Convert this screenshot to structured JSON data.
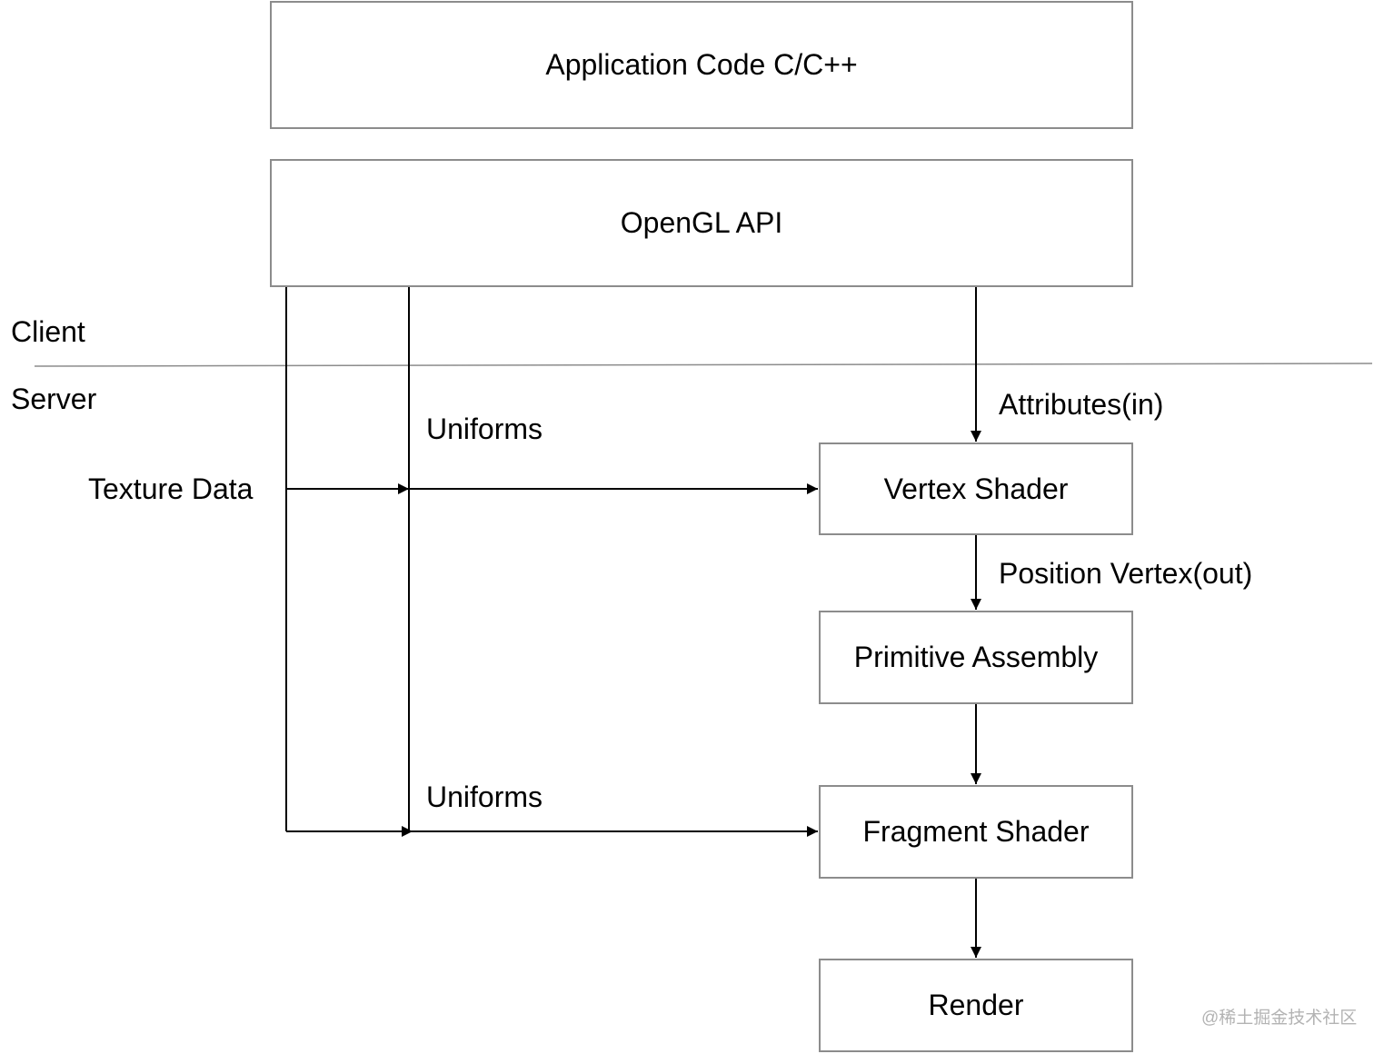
{
  "nodes": {
    "app_code": "Application Code C/C++",
    "opengl_api": "OpenGL API",
    "vertex_shader": "Vertex Shader",
    "primitive_assembly": "Primitive Assembly",
    "fragment_shader": "Fragment Shader",
    "render": "Render"
  },
  "labels": {
    "client": "Client",
    "server": "Server",
    "texture_data": "Texture Data",
    "uniforms_top": "Uniforms",
    "uniforms_bottom": "Uniforms",
    "attributes_in": "Attributes(in)",
    "position_vertex_out": "Position Vertex(out)"
  },
  "watermark": "@稀土掘金技术社区",
  "colors": {
    "line": "#000000",
    "box_border": "#8c8c8c",
    "divider": "#8c8c8c",
    "watermark": "#b3b3b3"
  }
}
